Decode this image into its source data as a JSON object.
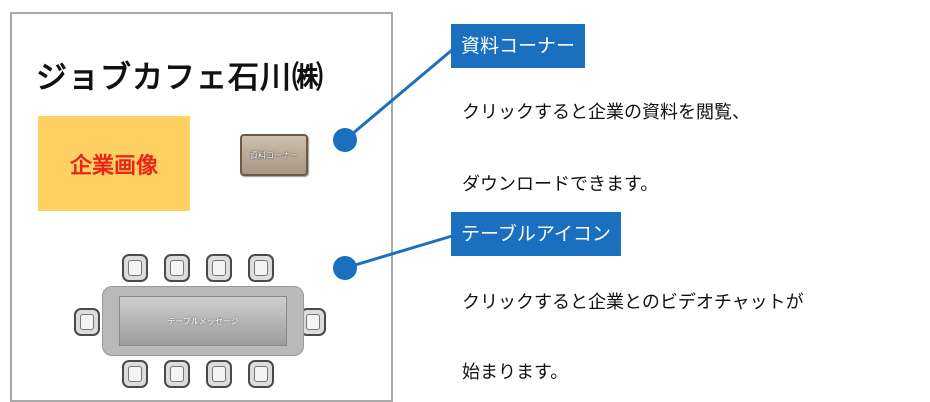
{
  "booth": {
    "company_name": "ジョブカフェ石川㈱",
    "company_image_label": "企業画像",
    "doc_corner_label": "資料コーナー",
    "table_label": "テーブルメッセージ"
  },
  "callouts": {
    "docs": {
      "title": "資料コーナー",
      "desc_line1": "クリックすると企業の資料を閲覧、",
      "desc_line2": "ダウンロードできます。"
    },
    "table": {
      "title": "テーブルアイコン",
      "desc_line1": "クリックすると企業とのビデオチャットが",
      "desc_line2": "始まります。"
    }
  },
  "colors": {
    "label_bg": "#1a6fbf",
    "image_bg": "#ffd163",
    "image_text": "#e8261a"
  }
}
